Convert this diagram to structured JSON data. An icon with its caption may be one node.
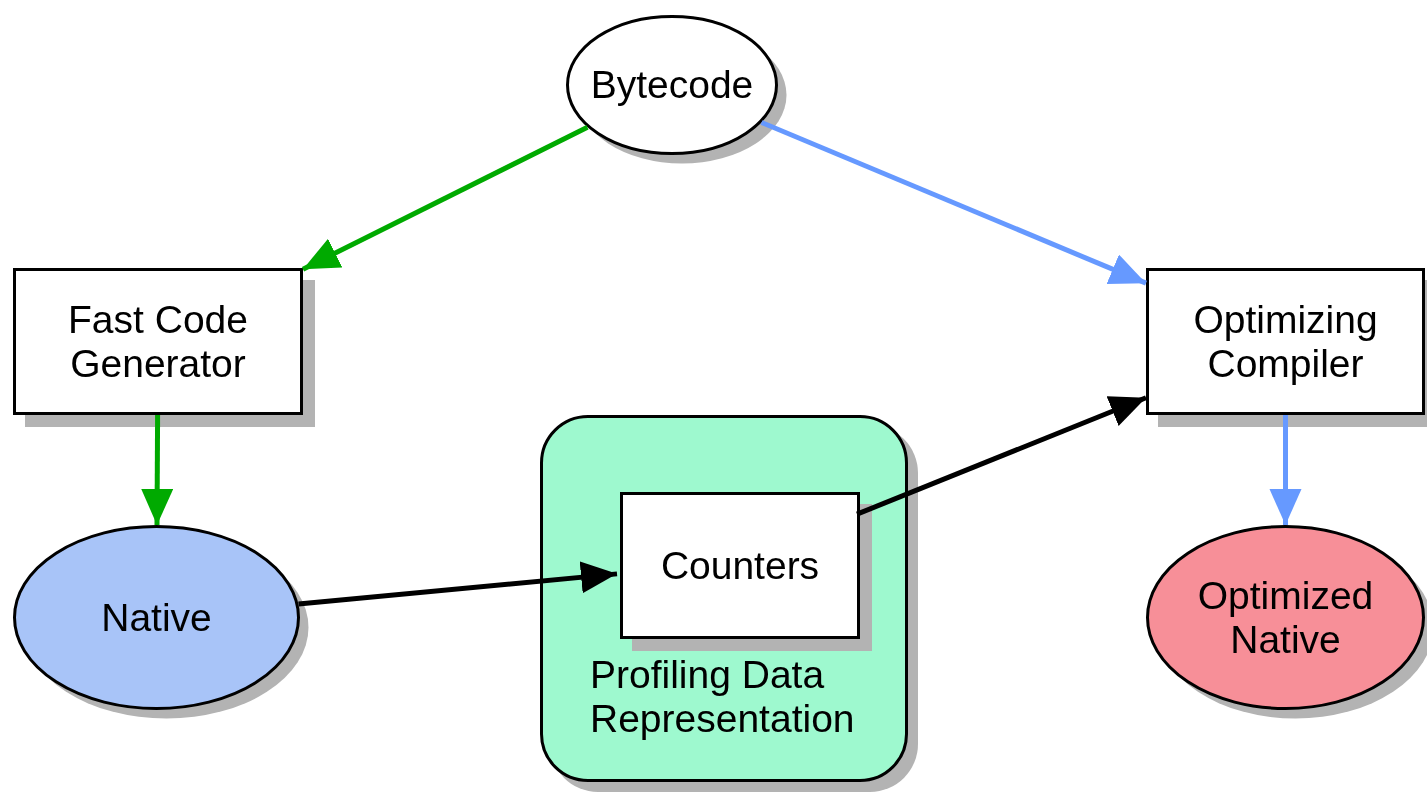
{
  "diagram": {
    "nodes": [
      {
        "text": [
          "Bytecode"
        ]
      },
      {
        "text": [
          "Fast Code Generator"
        ]
      },
      {
        "text": [
          "Optimizing Compiler"
        ]
      },
      {
        "text": [
          "Native"
        ]
      },
      {
        "text": [
          "Profiling Data Representation"
        ]
      },
      {
        "text": [
          "Counters"
        ],
        "in": 4
      },
      {
        "text": [
          "Optimized Native"
        ]
      }
    ],
    "edges": [
      {
        "from": 0,
        "to": 1,
        "arrow": "to",
        "color": "#00aa00"
      },
      {
        "from": 0,
        "to": 2,
        "arrow": "to",
        "color": "#6699ff"
      },
      {
        "from": 1,
        "to": 3,
        "arrow": "to",
        "color": "#00aa00"
      },
      {
        "from": 2,
        "to": 6,
        "arrow": "to",
        "color": "#6699ff"
      },
      {
        "from": 3,
        "to": 5,
        "arrow": "to",
        "color": "#000000"
      },
      {
        "from": 5,
        "to": 2,
        "arrow": "to",
        "color": "#000000"
      }
    ]
  }
}
